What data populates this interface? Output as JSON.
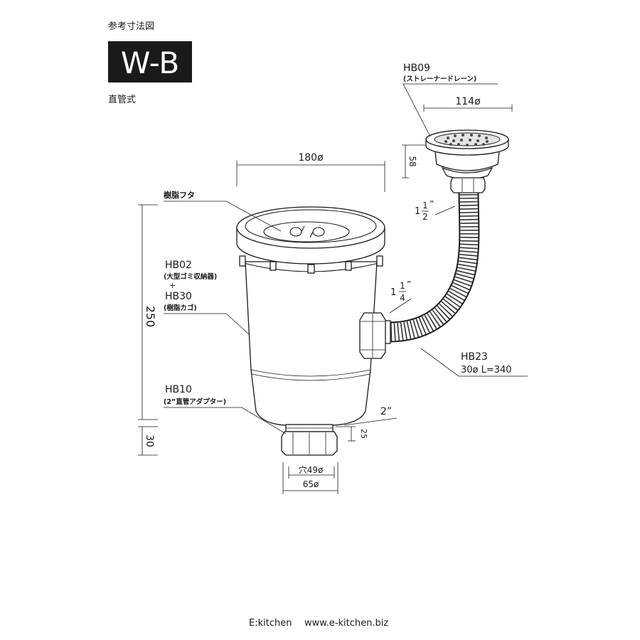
{
  "header": {
    "caption": "参考寸法図",
    "model": "W-B",
    "type": "直管式"
  },
  "diagram": {
    "strainer": {
      "code": "HB09",
      "name": "(ストレーナードレーン)",
      "diameter": "114ø",
      "height": "58",
      "inlet_size": {
        "whole": "1",
        "numerator": "1",
        "denominator": "2",
        "unit": "”"
      }
    },
    "lid": {
      "name": "樹脂フタ",
      "diameter": "180ø"
    },
    "body": {
      "code_1": "HB02",
      "name_1": "(大型ゴミ収納器)",
      "joiner": "+",
      "code_2": "HB30",
      "name_2": "(樹脂カゴ)",
      "height": "250"
    },
    "outlet": {
      "size": {
        "whole": "1",
        "numerator": "1",
        "denominator": "4",
        "unit": "”"
      }
    },
    "hose": {
      "code": "HB23",
      "spec": "30ø L=340"
    },
    "adapter": {
      "code": "HB10",
      "name": "(2”直管アダプター)",
      "height": "30",
      "thread_size": "2”",
      "thread_height": "25",
      "hole_diameter": "穴49ø",
      "outer_diameter": "65ø"
    }
  },
  "footer": {
    "brand": "E:kitchen",
    "url": "www.e-kitchen.biz"
  },
  "colors": {
    "line": "#1a1a1a",
    "badge_background": "#1a1a1a",
    "badge_text": "#ffffff",
    "background": "#ffffff"
  }
}
